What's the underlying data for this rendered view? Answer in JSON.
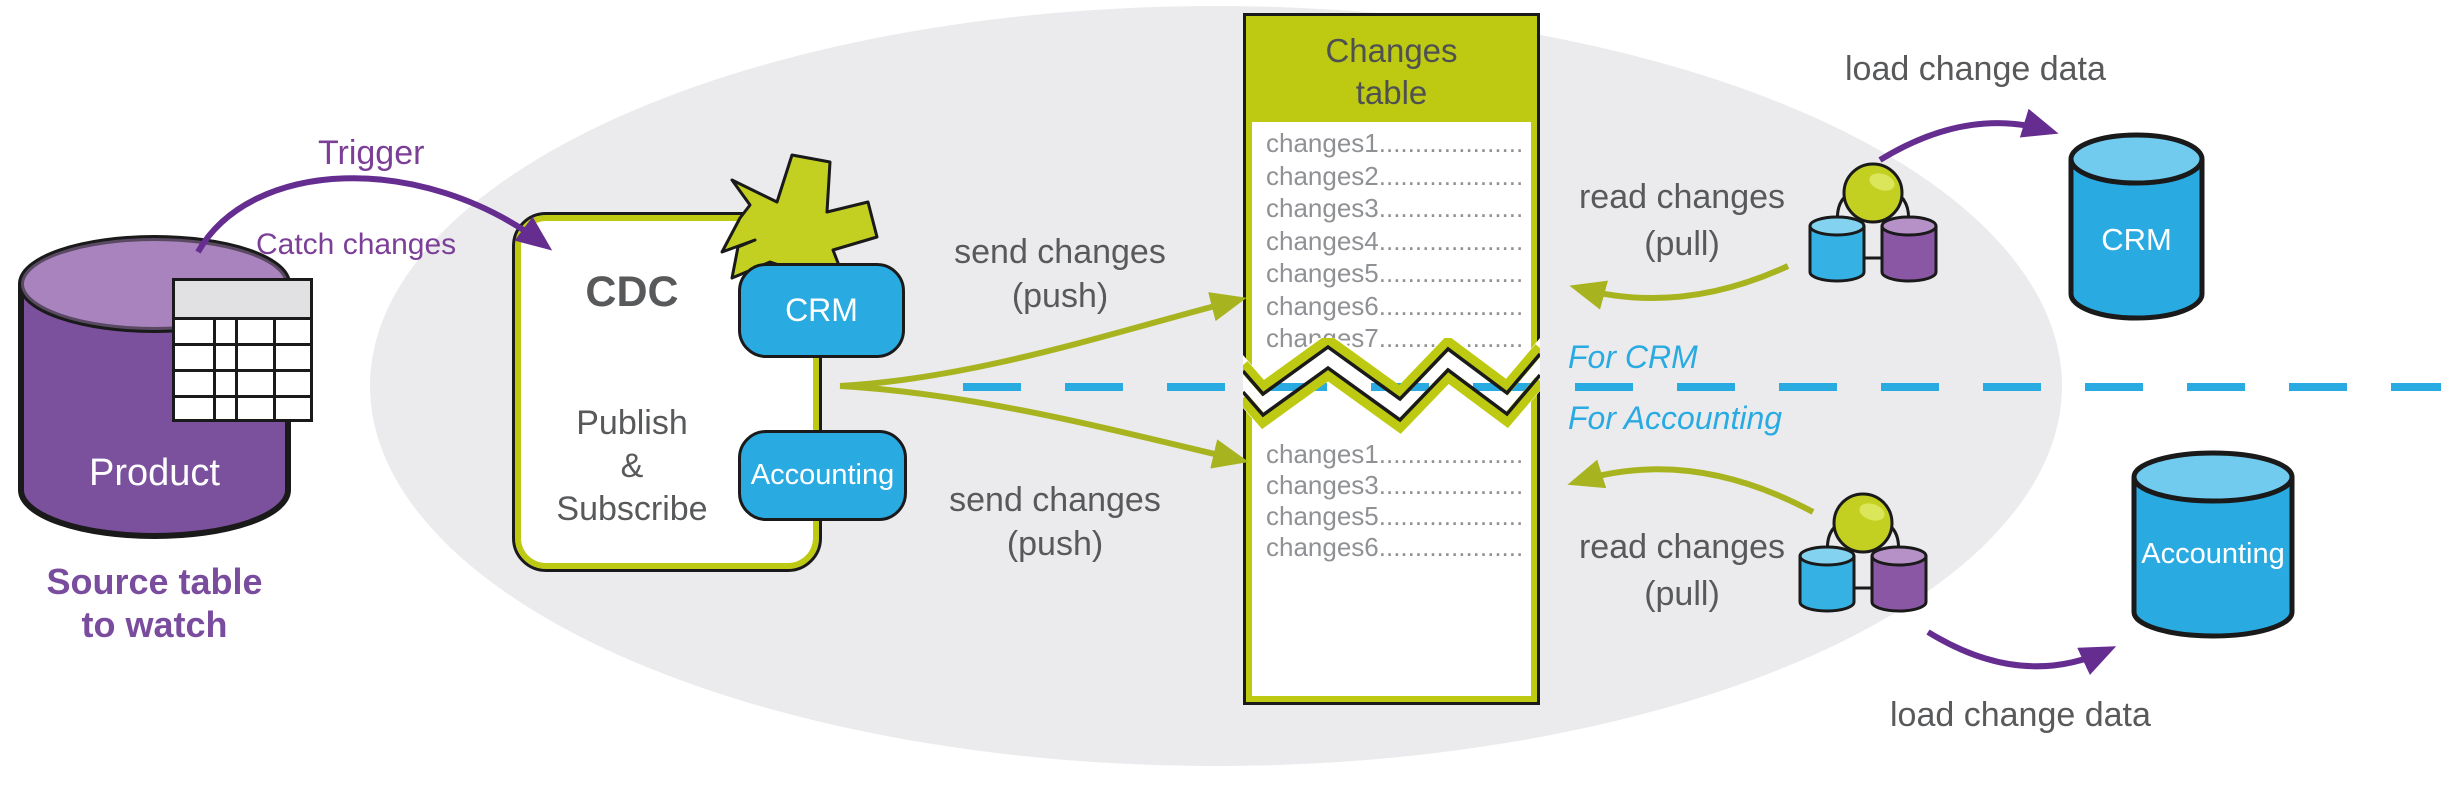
{
  "source": {
    "trigger_label": "Trigger",
    "catch_label": "Catch changes",
    "cylinder_label": "Product",
    "caption_line1": "Source table",
    "caption_line2": "to watch"
  },
  "cdc": {
    "title": "CDC",
    "pubsub_line1": "Publish",
    "pubsub_line2": "&",
    "pubsub_line3": "Subscribe",
    "badge_crm": "CRM",
    "badge_accounting": "Accounting"
  },
  "push": {
    "top_line1": "send changes",
    "top_line2": "(push)",
    "bottom_line1": "send changes",
    "bottom_line2": "(push)"
  },
  "changes_table": {
    "title_line1": "Changes",
    "title_line2": "table",
    "top_rows": [
      "changes1....................",
      "changes2....................",
      "changes3....................",
      "changes4....................",
      "changes5....................",
      "changes6....................",
      "changes7...................."
    ],
    "bottom_rows": [
      "changes1....................",
      "changes3....................",
      "changes5....................",
      "changes6...................."
    ]
  },
  "divider": {
    "for_crm": "For CRM",
    "for_accounting": "For Accounting"
  },
  "crm_flow": {
    "read_line1": "read changes",
    "read_line2": "(pull)",
    "load_label": "load change data",
    "db_label": "CRM"
  },
  "accounting_flow": {
    "read_line1": "read changes",
    "read_line2": "(pull)",
    "load_label": "load change data",
    "db_label": "Accounting"
  },
  "colors": {
    "olive": "#bdca11",
    "olive_star": "#c3d021",
    "olive_arrow": "#a8b41f",
    "blue": "#29abe2",
    "blue_light": "#71cbee",
    "purple_arrow": "#662d91",
    "purple_text": "#7c3f98",
    "purple_cylinder": "#7b519d",
    "purple_cylinder_top": "#a983bd",
    "gray_text": "#58595b",
    "row_text": "#8f9194",
    "ellipse_bg": "#ebebed"
  }
}
